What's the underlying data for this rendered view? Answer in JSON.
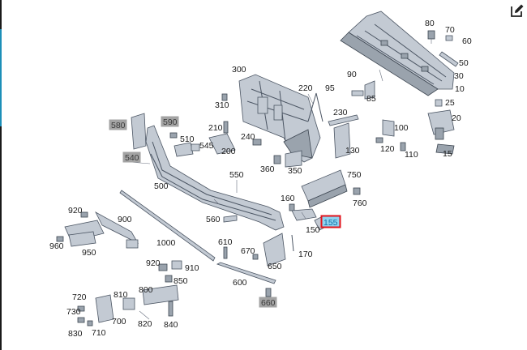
{
  "toolbar": {
    "edit_icon": "edit-pencil-icon"
  },
  "callouts": [
    {
      "label": "80",
      "style": "plain"
    },
    {
      "label": "70",
      "style": "plain"
    },
    {
      "label": "60",
      "style": "plain"
    },
    {
      "label": "50",
      "style": "plain"
    },
    {
      "label": "30",
      "style": "plain"
    },
    {
      "label": "10",
      "style": "plain"
    },
    {
      "label": "300",
      "style": "plain"
    },
    {
      "label": "90",
      "style": "plain"
    },
    {
      "label": "220",
      "style": "plain"
    },
    {
      "label": "95",
      "style": "plain"
    },
    {
      "label": "85",
      "style": "plain"
    },
    {
      "label": "25",
      "style": "plain"
    },
    {
      "label": "310",
      "style": "plain"
    },
    {
      "label": "230",
      "style": "plain"
    },
    {
      "label": "20",
      "style": "plain"
    },
    {
      "label": "580",
      "style": "grey"
    },
    {
      "label": "590",
      "style": "grey"
    },
    {
      "label": "210",
      "style": "plain"
    },
    {
      "label": "100",
      "style": "plain"
    },
    {
      "label": "510",
      "style": "plain"
    },
    {
      "label": "545",
      "style": "plain"
    },
    {
      "label": "240",
      "style": "plain"
    },
    {
      "label": "200",
      "style": "plain"
    },
    {
      "label": "130",
      "style": "plain"
    },
    {
      "label": "120",
      "style": "plain"
    },
    {
      "label": "110",
      "style": "plain"
    },
    {
      "label": "15",
      "style": "plain"
    },
    {
      "label": "540",
      "style": "grey"
    },
    {
      "label": "360",
      "style": "plain"
    },
    {
      "label": "350",
      "style": "plain"
    },
    {
      "label": "750",
      "style": "plain"
    },
    {
      "label": "550",
      "style": "plain"
    },
    {
      "label": "500",
      "style": "plain"
    },
    {
      "label": "160",
      "style": "plain"
    },
    {
      "label": "760",
      "style": "plain"
    },
    {
      "label": "920",
      "style": "plain"
    },
    {
      "label": "900",
      "style": "plain"
    },
    {
      "label": "560",
      "style": "plain"
    },
    {
      "label": "155",
      "style": "selected"
    },
    {
      "label": "150",
      "style": "plain"
    },
    {
      "label": "960",
      "style": "plain"
    },
    {
      "label": "1000",
      "style": "plain"
    },
    {
      "label": "610",
      "style": "plain"
    },
    {
      "label": "950",
      "style": "plain"
    },
    {
      "label": "670",
      "style": "plain"
    },
    {
      "label": "170",
      "style": "plain"
    },
    {
      "label": "920",
      "style": "plain"
    },
    {
      "label": "910",
      "style": "plain"
    },
    {
      "label": "650",
      "style": "plain"
    },
    {
      "label": "850",
      "style": "plain"
    },
    {
      "label": "600",
      "style": "plain"
    },
    {
      "label": "800",
      "style": "plain"
    },
    {
      "label": "810",
      "style": "plain"
    },
    {
      "label": "720",
      "style": "plain"
    },
    {
      "label": "660",
      "style": "grey"
    },
    {
      "label": "730",
      "style": "plain"
    },
    {
      "label": "700",
      "style": "plain"
    },
    {
      "label": "820",
      "style": "plain"
    },
    {
      "label": "840",
      "style": "plain"
    },
    {
      "label": "830",
      "style": "plain"
    },
    {
      "label": "710",
      "style": "plain"
    }
  ],
  "colors": {
    "highlight_fill": "#a3a3a3",
    "selected_fill": "#8fd3ef",
    "selected_border": "#e0141c",
    "part_fill": "#c3cad3",
    "part_stroke": "#4b5563"
  }
}
